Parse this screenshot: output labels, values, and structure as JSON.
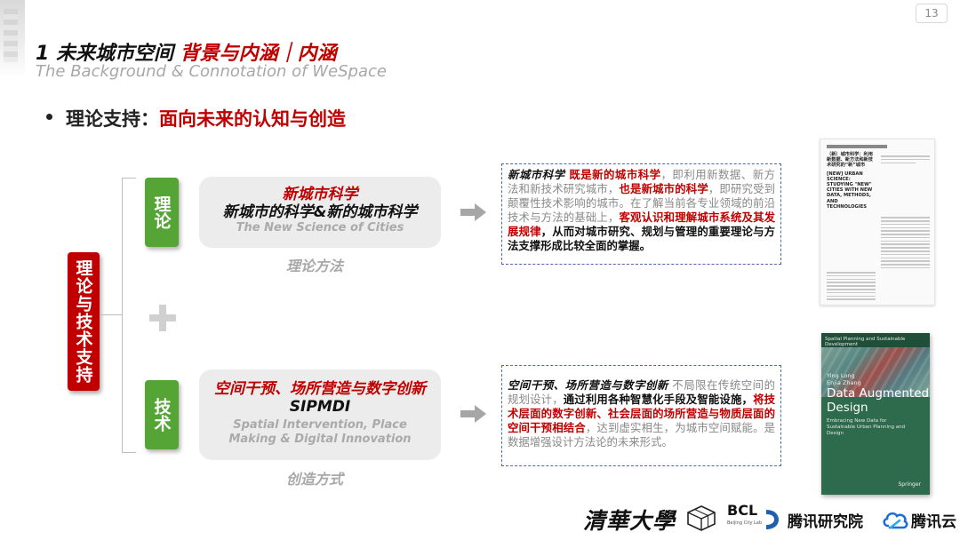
{
  "page_number": "13",
  "header": {
    "title_prefix": "1  未来城市空间 ",
    "title_highlight": "背景与内涵｜内涵",
    "subtitle": "The Background & Connotation of WeSpace"
  },
  "bullet": {
    "label": "理论支持：",
    "highlight": "面向未来的认知与创造"
  },
  "main_label": "理论与技术支持",
  "theory": {
    "tab": "理论",
    "title_red": "新城市科学",
    "title_black": "新城市的科学&新的城市科学",
    "title_en": "The New Science of Cities",
    "caption": "理论方法",
    "desc": {
      "kw": "新城市科学",
      "p1_red": " 既是新的城市科学",
      "p2": "，即利用新数据、新方法和新技术研究城市，",
      "p3_red": "也是新城市的科学",
      "p4": "，即研究受到颠覆性技术影响的城市。在了解当前各专业领域的前沿技术与方法的基础上，",
      "p5_red": "客观认识和理解城市系统及其发展规律",
      "p6_bold": "，从而对城市研究、规划与管理的重要理论与方法支撑形成比较全面的掌握。"
    }
  },
  "technology": {
    "tab": "技术",
    "title_red": "空间干预、场所营造与数字创新",
    "title_black": "SIPMDI",
    "title_en": "Spatial Intervention, Place Making & Digital Innovation",
    "caption": "创造方式",
    "desc": {
      "kw": "空间干预、场所营造与数字创新",
      "p1": " 不局限在传统空间的规划设计，",
      "p2_bold": "通过利用各种智慧化手段及智能设施，",
      "p3_red": "将技术层面的数字创新、社会层面的场所营造与物质层面的空间干预相结合",
      "p4": "，达到虚实相生，为城市空间赋能。是数据增强设计方法论的未来形式。"
    }
  },
  "paper_thumb": {
    "title_cn": "（新）城市科学：利用新数据、新方法和新技术研究的“新”城市",
    "title_en": "[NEW] URBAN SCIENCE: STUDYING \"NEW\" CITIES WITH NEW DATA, METHODS, AND TECHNOLOGIES"
  },
  "book": {
    "series": "Spatial Planning and Sustainable Development",
    "authors": [
      "Ying Long",
      "Enjia Zhang"
    ],
    "title_line1": "Data Augmented",
    "title_line2": "Design",
    "subtitle": "Embracing New Data for Sustainable Urban Planning and Design",
    "publisher": "Springer"
  },
  "footer": {
    "tsinghua": "清華大學",
    "bcl": "BCL",
    "bcl_sub": "Beijing City Lab",
    "tencent_research": "腾讯研究院",
    "tencent_cloud": "腾讯云"
  },
  "colors": {
    "accent_red": "#c00000",
    "tab_green": "#55a536",
    "dashed_border": "#4a6bb0",
    "book_green": "#2e6a4c"
  }
}
